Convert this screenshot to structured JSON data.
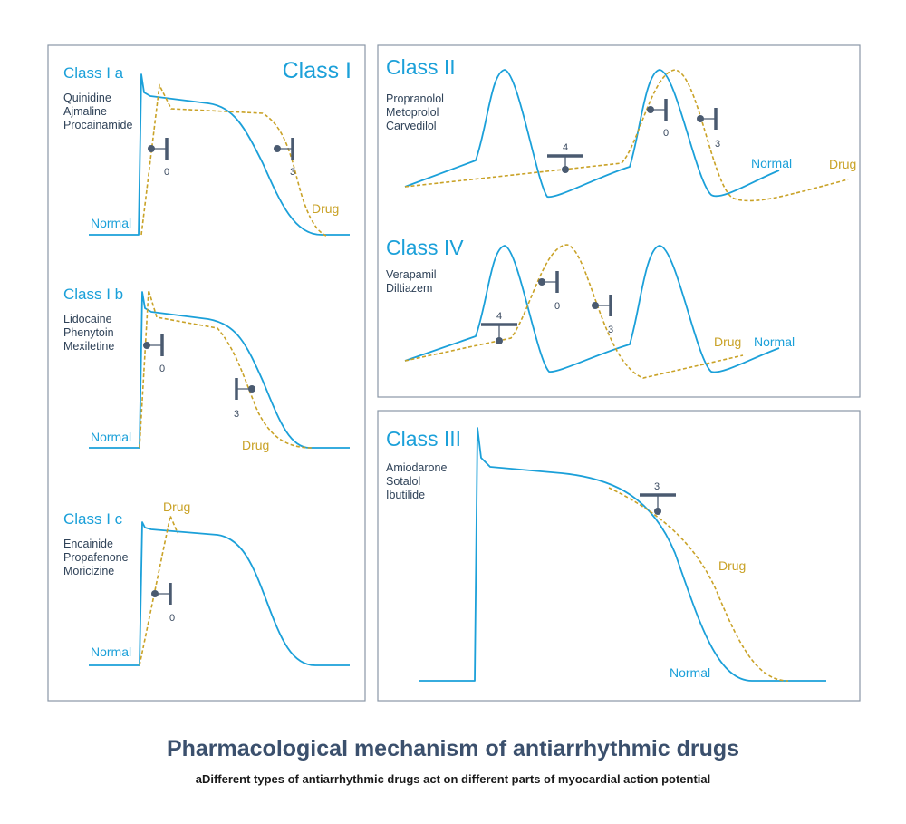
{
  "title": "Pharmacological mechanism of antiarrhythmic drugs",
  "subtitle": "aDifferent types of antiarrhythmic drugs act on different parts of myocardial action potential",
  "legend": {
    "normal": "Normal",
    "drug": "Drug"
  },
  "class1": {
    "heading": "Class I",
    "a": {
      "label": "Class I a",
      "drugs": [
        "Quinidine",
        "Ajmaline",
        "Procainamide"
      ],
      "channels": [
        "0",
        "3"
      ]
    },
    "b": {
      "label": "Class I b",
      "drugs": [
        "Lidocaine",
        "Phenytoin",
        "Mexiletine"
      ],
      "channels": [
        "0",
        "3"
      ]
    },
    "c": {
      "label": "Class I c",
      "drugs": [
        "Encainide",
        "Propafenone",
        "Moricizine"
      ],
      "channels": [
        "0"
      ]
    }
  },
  "class2": {
    "label": "Class II",
    "drugs": [
      "Propranolol",
      "Metoprolol",
      "Carvedilol"
    ],
    "channels": [
      "4",
      "0",
      "3"
    ]
  },
  "class4": {
    "label": "Class IV",
    "drugs": [
      "Verapamil",
      "Diltiazem"
    ],
    "channels": [
      "4",
      "0",
      "3"
    ]
  },
  "class3": {
    "label": "Class III",
    "drugs": [
      "Amiodarone",
      "Sotalol",
      "Ibutilide"
    ],
    "channels": [
      "3"
    ]
  },
  "colors": {
    "normal": "#1ba0d9",
    "drug": "#c9a227",
    "channel": "#4a5a70",
    "title": "#3b506d"
  }
}
